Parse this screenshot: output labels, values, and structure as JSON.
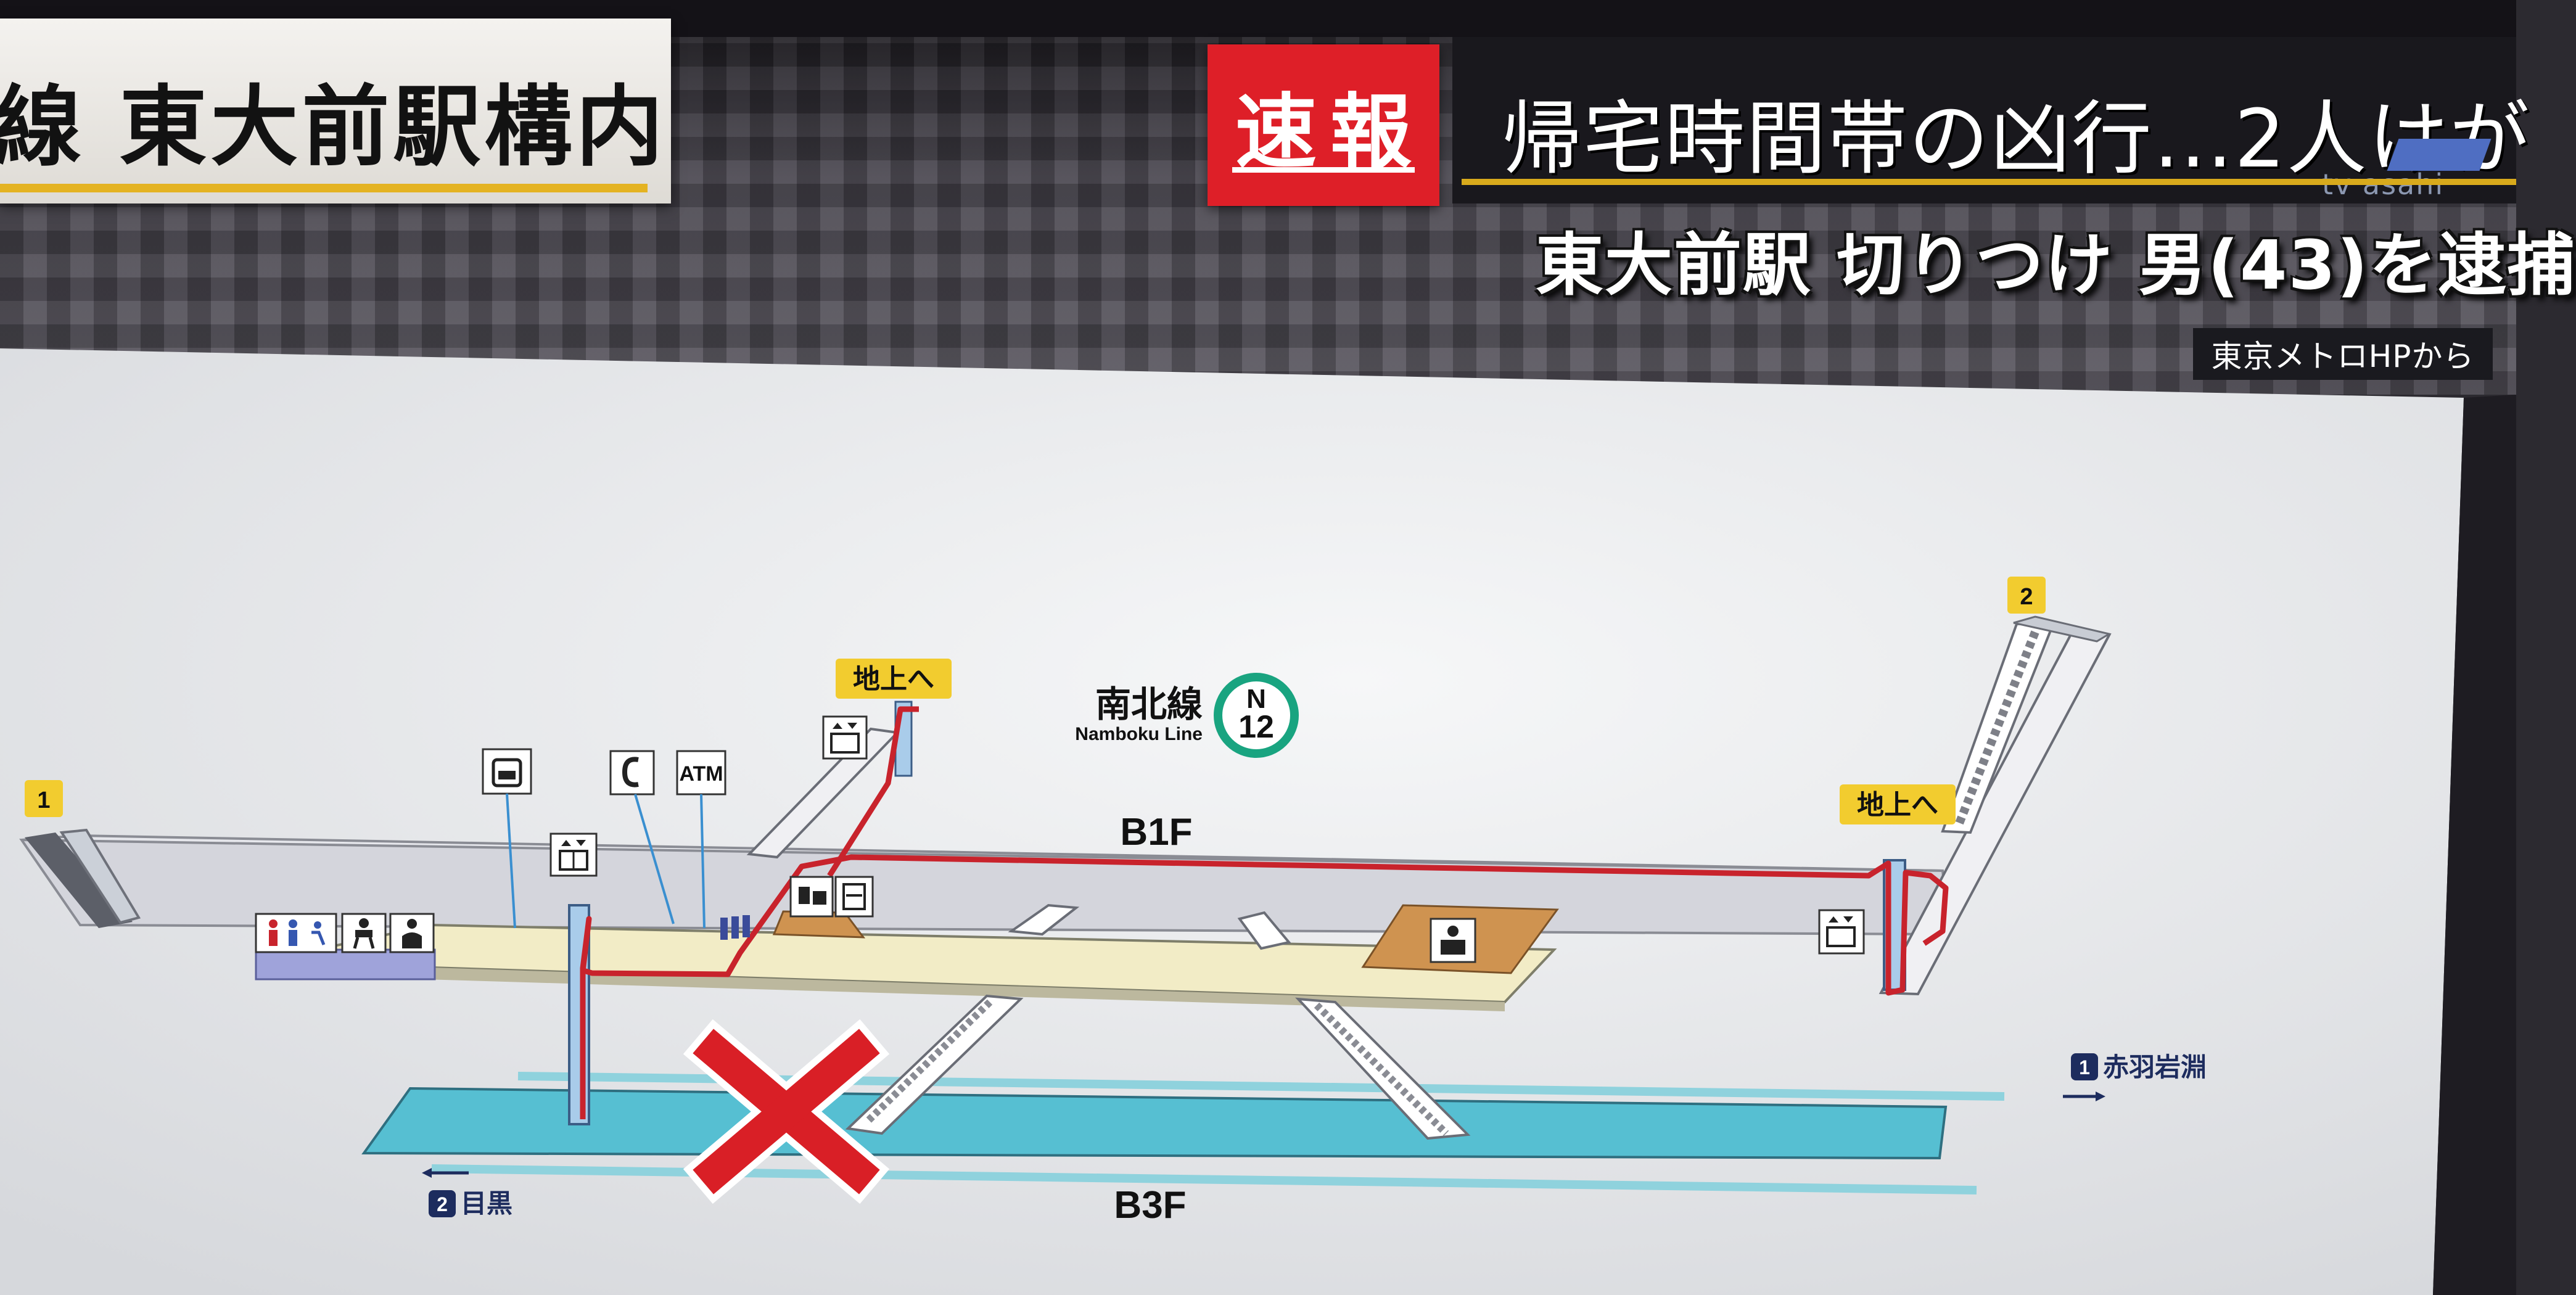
{
  "broadcast": {
    "title": "線 東大前駅構内",
    "badge": "速報",
    "headline": "帰宅時間帯の凶行…2人けが",
    "subheadline": "東大前駅 切りつけ 男(43)を逮捕",
    "source": "東京メトロHPから",
    "channel_logo": "tv asahi"
  },
  "station_map": {
    "line_name": "南北線",
    "line_name_en": "Namboku Line",
    "line_code_letter": "N",
    "line_code_number": "12",
    "floor_upper": "B1F",
    "floor_lower": "B3F",
    "exit_1_number": "1",
    "exit_2_number": "2",
    "to_surface_left": "地上へ",
    "to_surface_right": "地上へ",
    "atm_label": "ATM",
    "direction_right_number": "1",
    "direction_right_label": "赤羽岩淵",
    "direction_left_number": "2",
    "direction_left_label": "目黒"
  },
  "colors": {
    "breaking_red": "#de1f28",
    "accent_yellow": "#e4b322",
    "line_green": "#19a480",
    "route_red": "#c8232c",
    "platform_teal": "#56bfd2",
    "concourse_beige": "#f2ecc6",
    "office_brown": "#cf9350",
    "mark_red": "#d91f26"
  },
  "icons": [
    "toilet-icon",
    "accessible-icon",
    "baby-care-icon",
    "nursing-room-icon",
    "elevator-icon",
    "phone-icon",
    "locker-icon",
    "ticket-machine-icon",
    "station-staff-icon",
    "escalator-icon"
  ]
}
